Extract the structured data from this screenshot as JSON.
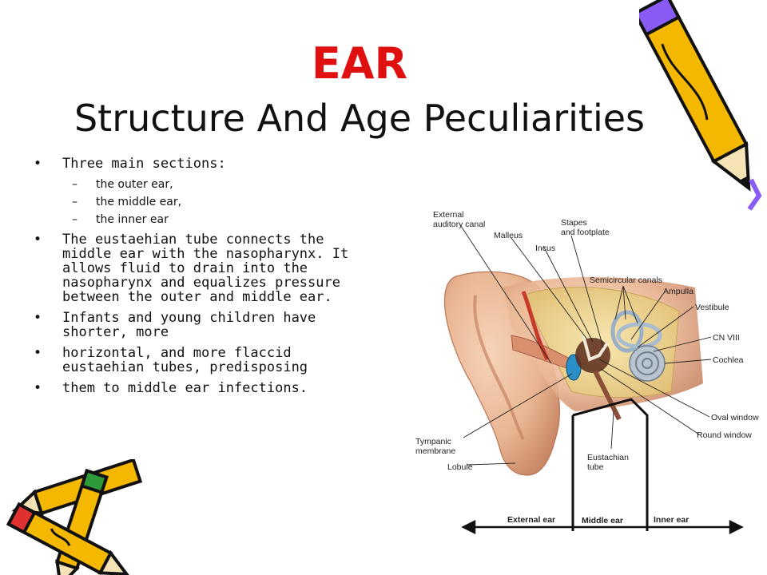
{
  "slide": {
    "title": "EAR",
    "subtitle": "Structure And Age Peculiarities",
    "bullets": [
      "Three main sections:",
      "The eustaehian tube connects the middle ear with the nasopharynx. It allows fluid to drain into the nasopharynx and equalizes pressure between the outer and middle ear.",
      "Infants and young children have shorter, more",
      "horizontal, and more flaccid eustaehian tubes, predisposing",
      "them to middle ear infections."
    ],
    "subitems": [
      "the outer ear,",
      "the middle ear,",
      "the inner ear"
    ]
  },
  "diagram": {
    "labels": {
      "external_canal_1": "External",
      "external_canal_2": "auditory canal",
      "malleus": "Malleus",
      "incus": "Incus",
      "stapes_1": "Stapes",
      "stapes_2": "and footplate",
      "semicircular": "Semicircular canals",
      "ampulla": "Ampulla",
      "vestibule": "Vestibule",
      "cn8": "CN VIII",
      "cochlea": "Cochlea",
      "oval_window": "Oval window",
      "round_window": "Round window",
      "tympanic_1": "Tympanic",
      "tympanic_2": "membrane",
      "lobule": "Lobule",
      "eustachian_1": "Eustachian",
      "eustachian_2": "tube",
      "region_external": "External ear",
      "region_middle": "Middle ear",
      "region_inner": "Inner ear"
    }
  },
  "colors": {
    "title": "#e01010",
    "pencil_body": "#f5b800",
    "pencil_edge": "#111111",
    "pencil_accent": "#8a5cf5"
  }
}
